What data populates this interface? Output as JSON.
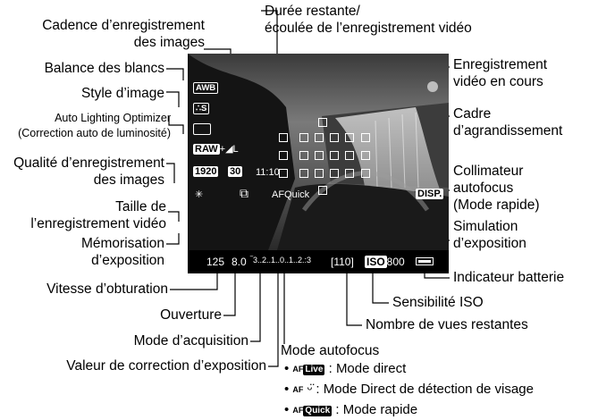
{
  "labels": {
    "cadence": "Cadence d’enregistrement\ndes images",
    "balance": "Balance des blancs",
    "style": "Style d’image",
    "alo": "Auto Lighting Optimizer\n(Correction auto de luminosité)",
    "qualite": "Qualité d’enregistrement\ndes images",
    "taille": "Taille de\nl’enregistrement vidéo",
    "memo": "Mémorisation\nd’exposition",
    "vitesse": "Vitesse d’obturation",
    "ouverture": "Ouverture",
    "acquisition": "Mode d’acquisition",
    "correction": "Valeur de correction d’exposition",
    "duree": "Durée restante/\nécoulée de l’enregistrement vidéo",
    "enreg": "Enregistrement\nvidéo en cours",
    "cadre": "Cadre\nd’agrandissement",
    "collim": "Collimateur\nautofocus\n(Mode rapide)",
    "simul": "Simulation\nd’exposition",
    "batterie": "Indicateur batterie",
    "iso": "Sensibilité ISO",
    "vues": "Nombre de vues restantes",
    "mode_af": "Mode autofocus"
  },
  "af_modes": [
    {
      "chip": "AF",
      "badge": "Live",
      "text": " : Mode direct"
    },
    {
      "chip": "AF",
      "badge": "ᵕ̈",
      "text": " : Mode Direct de détection de visage"
    },
    {
      "chip": "AF",
      "badge": "Quick",
      "text": " : Mode rapide"
    }
  ],
  "screen": {
    "awb": "AWB",
    "style_icon": "S",
    "raw": "RAW",
    "quality_suffix": "+◢L",
    "movie_size": "1920",
    "frame_rate": "30",
    "time": "11:10",
    "af_quick": "AFQuick",
    "disp": "DISP.",
    "shutter": "125",
    "aperture": "8.0",
    "exposure_scale": "‾3..2..1..0..1..2.:3",
    "shots": "[110]",
    "iso_badge": "ISO",
    "iso_value": "800"
  }
}
